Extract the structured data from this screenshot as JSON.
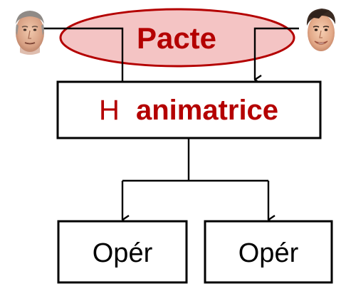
{
  "colors": {
    "accent_red": "#b40000",
    "ellipse_fill": "#f4c4c4",
    "line": "#000000",
    "text": "#000000",
    "box_fill": "#ffffff"
  },
  "pact": {
    "label": "Pacte"
  },
  "central_box": {
    "prefix": "H",
    "role": "animatrice"
  },
  "operators": [
    {
      "label": "Opér"
    },
    {
      "label": "Opér"
    }
  ],
  "people": [
    {
      "icon": "person-left-icon"
    },
    {
      "icon": "person-right-icon"
    }
  ]
}
